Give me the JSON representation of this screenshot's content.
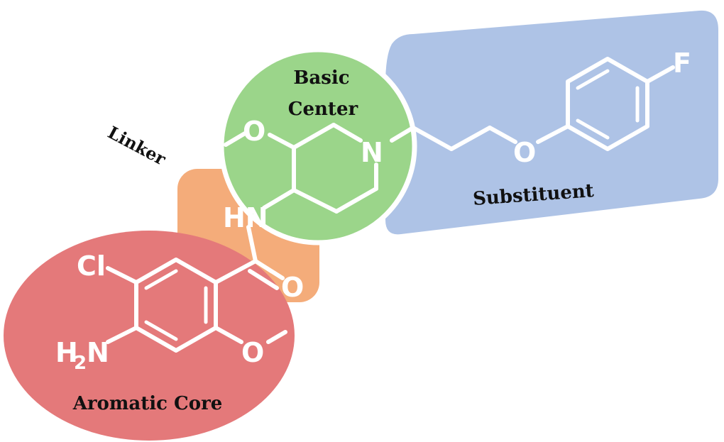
{
  "regions": {
    "basic_center": {
      "line1": "Basic",
      "line2": "Center",
      "color": "#9bd58a"
    },
    "linker": {
      "label": "Linker",
      "color": "#f4ac7a"
    },
    "substituent": {
      "label": "Substituent",
      "color": "#aec3e6"
    },
    "aromatic_core": {
      "label": "Aromatic Core",
      "color": "#e4797a"
    }
  },
  "atoms": {
    "fluorine": "F",
    "ether_oxygen": "O",
    "ring_nitrogen": "N",
    "methoxy_oxygen_top": "O",
    "amide_nitrogen": "HN",
    "carbonyl_oxygen": "O",
    "chlorine": "Cl",
    "amine_h": "H",
    "amine_sub": "2",
    "amine_n": "N",
    "methoxy_oxygen_bottom": "O"
  }
}
